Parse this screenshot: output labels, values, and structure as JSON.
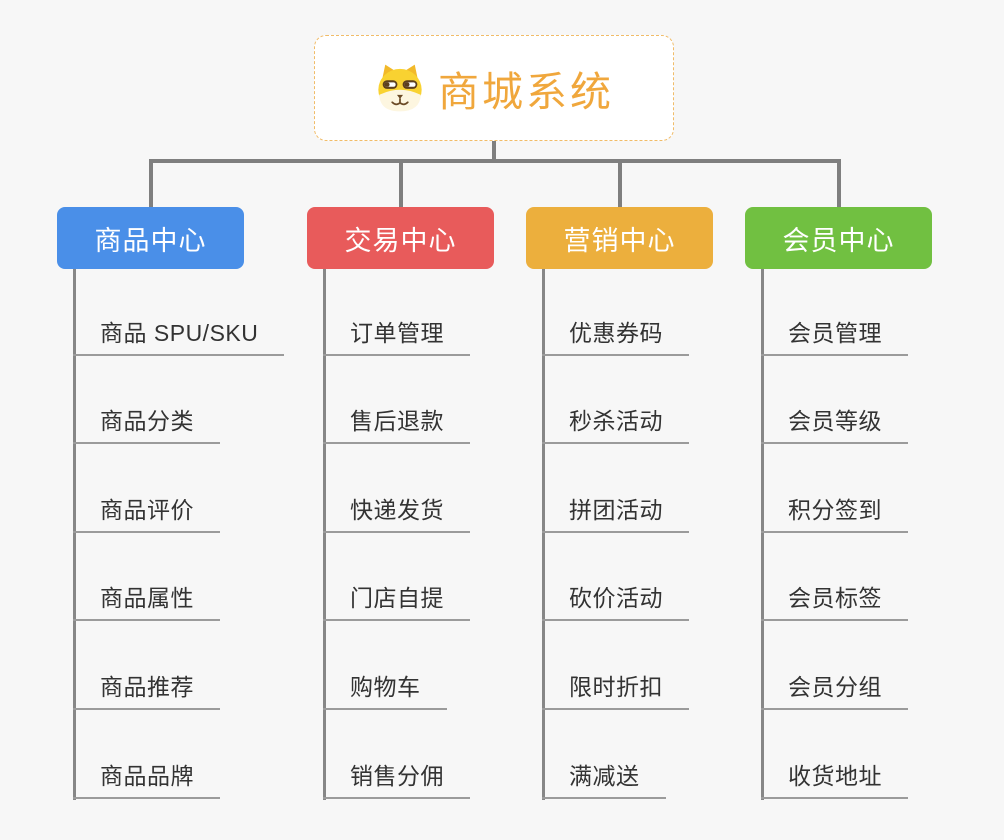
{
  "page": {
    "background_color": "#f7f7f7",
    "connector_color": "#7f7f7f"
  },
  "root": {
    "label": "商城系统",
    "icon": "dog-face-icon",
    "text_color": "#f0a73c",
    "border_color": "#f1bc68"
  },
  "branches": [
    {
      "label": "商品中心",
      "color": "#4a8fe8",
      "children": [
        "商品 SPU/SKU",
        "商品分类",
        "商品评价",
        "商品属性",
        "商品推荐",
        "商品品牌"
      ]
    },
    {
      "label": "交易中心",
      "color": "#e85b5b",
      "children": [
        "订单管理",
        "售后退款",
        "快递发货",
        "门店自提",
        "购物车",
        "销售分佣"
      ]
    },
    {
      "label": "营销中心",
      "color": "#ecaf3d",
      "children": [
        "优惠券码",
        "秒杀活动",
        "拼团活动",
        "砍价活动",
        "限时折扣",
        "满减送"
      ]
    },
    {
      "label": "会员中心",
      "color": "#71c041",
      "children": [
        "会员管理",
        "会员等级",
        "积分签到",
        "会员标签",
        "会员分组",
        "收货地址"
      ]
    }
  ]
}
